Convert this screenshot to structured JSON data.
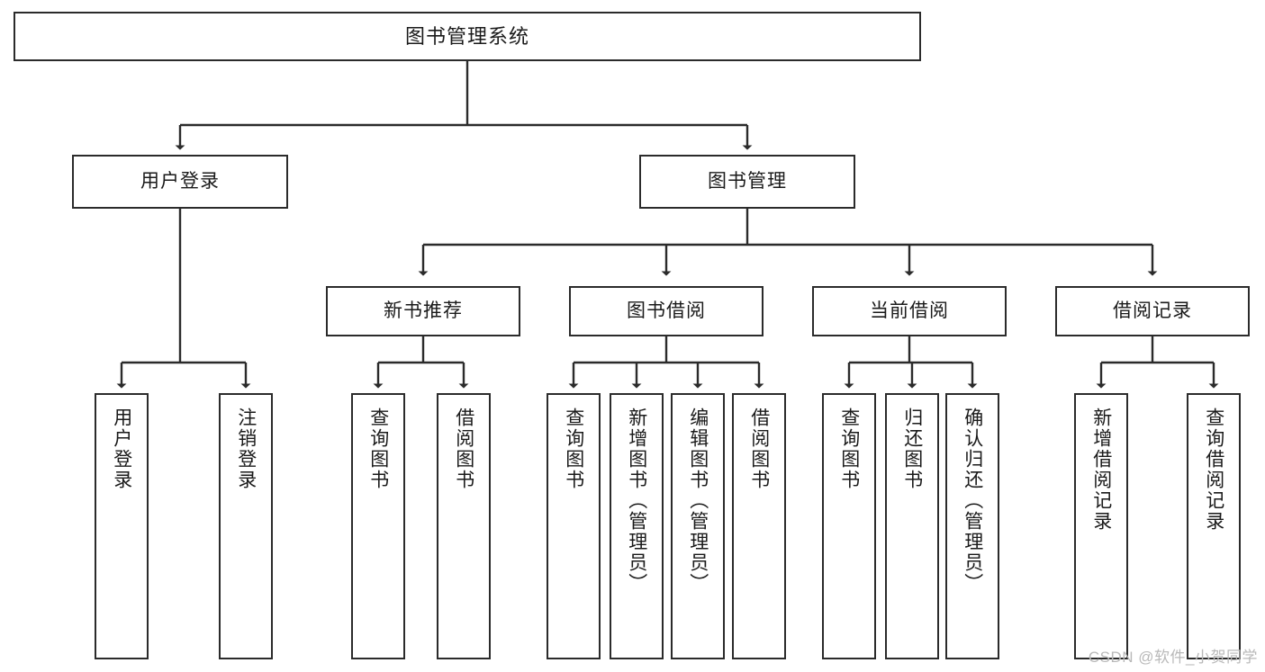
{
  "diagram": {
    "title": "图书管理系统",
    "type": "tree",
    "watermark": "CSDN @软件_小贺同学",
    "colors": {
      "border": "#2b2b2b",
      "background": "#ffffff",
      "text": "#1a1a1a",
      "edge": "#2b2b2b",
      "watermark": "#b9b9b9"
    },
    "nodes": {
      "root": {
        "label": "图书管理系统"
      },
      "level2": [
        {
          "label": "用户登录"
        },
        {
          "label": "图书管理"
        }
      ],
      "level3": [
        {
          "label": "新书推荐"
        },
        {
          "label": "图书借阅"
        },
        {
          "label": "当前借阅"
        },
        {
          "label": "借阅记录"
        }
      ],
      "leaves_user_login": [
        {
          "label": "用户登录"
        },
        {
          "label": "注销登录"
        }
      ],
      "leaves_new_books": [
        {
          "label": "查询图书"
        },
        {
          "label": "借阅图书"
        }
      ],
      "leaves_borrow": [
        {
          "label": "查询图书"
        },
        {
          "label": "新增图书（管理员）"
        },
        {
          "label": "编辑图书（管理员）"
        },
        {
          "label": "借阅图书"
        }
      ],
      "leaves_current": [
        {
          "label": "查询图书"
        },
        {
          "label": "归还图书"
        },
        {
          "label": "确认归还（管理员）"
        }
      ],
      "leaves_records": [
        {
          "label": "新增借阅记录"
        },
        {
          "label": "查询借阅记录"
        }
      ]
    }
  }
}
